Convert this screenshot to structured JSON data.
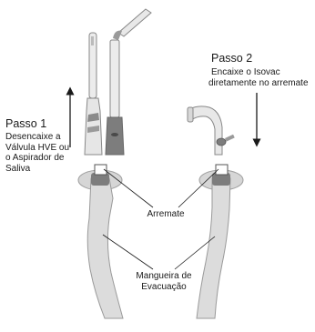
{
  "step1": {
    "title": "Passo 1",
    "lines": [
      "Desencaixe a",
      "Válvula HVE ou",
      "o Aspirador de",
      "Saliva"
    ]
  },
  "step2": {
    "title": "Passo 2",
    "lines": [
      "Encaixe o Isovac",
      "diretamente no arremate"
    ]
  },
  "callouts": {
    "fitting": "Arremate",
    "hose": [
      "Mangueira de",
      "Evacuação"
    ]
  },
  "colors": {
    "hose_fill": "#dcdcdc",
    "hose_stroke": "#9a9a9a",
    "valve_dark": "#7d7d7d",
    "line": "#1a1a1a"
  }
}
